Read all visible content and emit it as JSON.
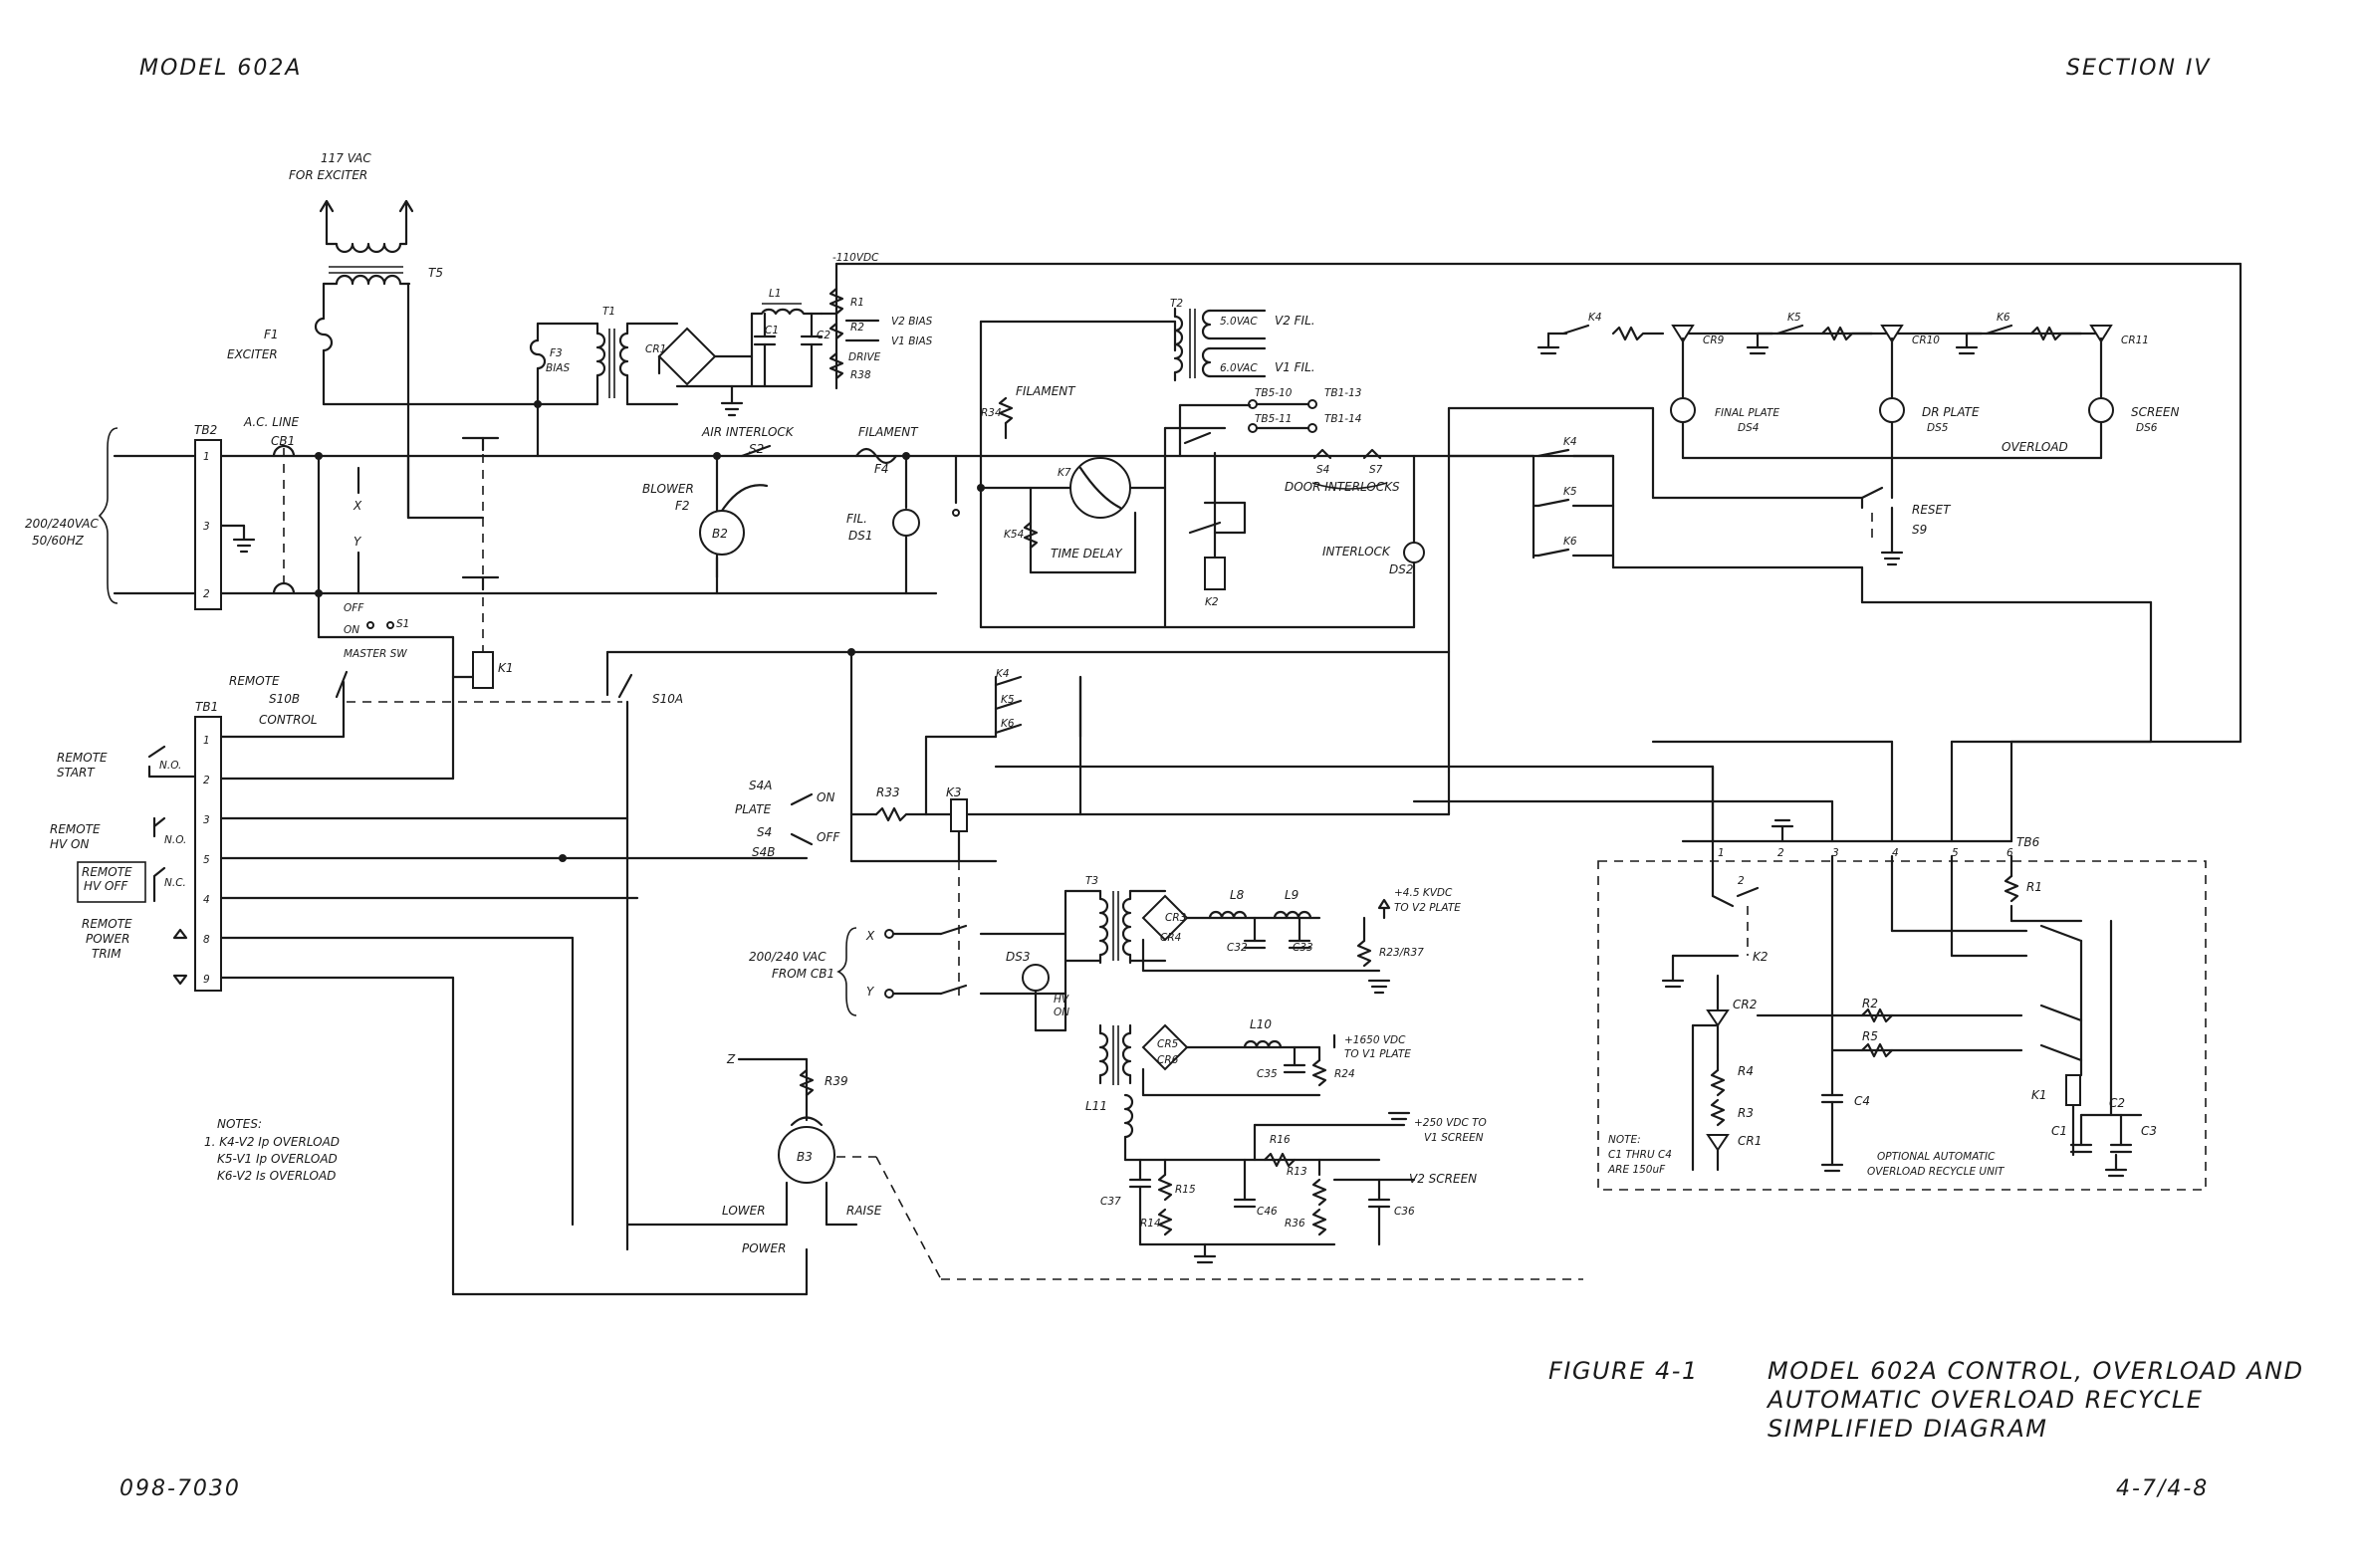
{
  "header": {
    "model": "MODEL 602A",
    "section": "SECTION IV"
  },
  "footer": {
    "doc_number": "098-7030",
    "page_number": "4-7/4-8"
  },
  "caption": {
    "figure": "FIGURE 4-1",
    "line1": "MODEL 602A CONTROL, OVERLOAD AND",
    "line2": "AUTOMATIC OVERLOAD RECYCLE",
    "line3": "SIMPLIFIED DIAGRAM"
  },
  "notes": {
    "title": "NOTES:",
    "line1": "1. K4-V2 Ip OVERLOAD",
    "line2": "K5-V1 Ip OVERLOAD",
    "line3": "K6-V2 Is OVERLOAD"
  },
  "labels": {
    "exciter_supply_l1": "117 VAC",
    "exciter_supply_l2": "FOR EXCITER",
    "t5": "T5",
    "f1": "F1",
    "exciter": "EXCITER",
    "ac_line": "A.C. LINE",
    "cb1": "CB1",
    "tb2": "TB2",
    "mains_l1": "200/240VAC",
    "mains_l2": "50/60HZ",
    "x": "X",
    "y": "Y",
    "off": "OFF",
    "on": "ON",
    "s1": "S1",
    "master_sw": "MASTER SW",
    "k1": "K1",
    "remote_s10b": "REMOTE",
    "s10b": "S10B",
    "control": "CONTROL",
    "s10a": "S10A",
    "tb1": "TB1",
    "remote_start_l1": "REMOTE",
    "remote_start_l2": "START",
    "no": "N.O.",
    "nc": "N.C.",
    "remote_hv_on_l1": "REMOTE",
    "remote_hv_on_l2": "HV ON",
    "remote_hv_off_l1": "REMOTE",
    "remote_hv_off_l2": "HV OFF",
    "remote_power_trim_l1": "REMOTE",
    "remote_power_trim_l2": "POWER",
    "remote_power_trim_l3": "TRIM",
    "f3": "F3",
    "bias": "BIAS",
    "t1": "T1",
    "cr1": "CR1",
    "l1": "L1",
    "c1_bias": "C1",
    "c2_bias": "C2",
    "r1_bias": "R1",
    "r2_bias": "R2",
    "r38": "R38",
    "drive": "DRIVE",
    "v2_bias": "V2 BIAS",
    "v1_bias": "V1 BIAS",
    "bias_bus": "-110VDC",
    "air_interlock": "AIR INTERLOCK",
    "s2": "S2",
    "blower": "BLOWER",
    "f2": "F2",
    "b2": "B2",
    "filament_fuse": "FILAMENT",
    "f4": "F4",
    "fil": "FIL.",
    "ds1": "DS1",
    "filament_sw": "FILAMENT",
    "r34": "R34",
    "t2": "T2",
    "v5ac": "5.0VAC",
    "v6ac": "6.0VAC",
    "v2_fil": "V2 FIL.",
    "v1_fil": "V1 FIL.",
    "k7": "K7",
    "time_delay": "TIME DELAY",
    "k54": "K54",
    "k2": "K2",
    "tb5_10": "TB5-10",
    "tb5_11": "TB5-11",
    "tb1_13": "TB1-13",
    "tb1_14": "TB1-14",
    "s4": "S4",
    "s7": "S7",
    "door_interlocks": "DOOR INTERLOCKS",
    "interlock": "INTERLOCK",
    "ds2": "DS2",
    "k4": "K4",
    "k5": "K5",
    "k6": "K6",
    "cr9": "CR9",
    "cr10": "CR10",
    "cr11": "CR11",
    "final_plate": "FINAL PLATE",
    "ds4": "DS4",
    "dr_plate": "DR PLATE",
    "ds5": "DS5",
    "screen": "SCREEN",
    "ds6": "DS6",
    "overload": "OVERLOAD",
    "reset": "RESET",
    "s9": "S9",
    "s4a": "S4A",
    "plate": "PLATE",
    "s4_plate": "S4",
    "s4b": "S4B",
    "r33": "R33",
    "k3": "K3",
    "t3": "T3",
    "cr3": "CR3",
    "cr4": "CR4",
    "l8": "L8",
    "l9": "L9",
    "c32": "C32",
    "c33": "C33",
    "r23_r37": "R23/R37",
    "hv_out_l1": "+4.5 KVDC",
    "hv_out_l2": "TO V2 PLATE",
    "ac_from_cb1_l1": "200/240 VAC",
    "ac_from_cb1_l2": "FROM CB1",
    "ds3": "DS3",
    "hv_on_l1": "HV",
    "hv_on_l2": "ON",
    "cr5": "CR5",
    "cr6": "CR6",
    "l10": "L10",
    "c35": "C35",
    "r24": "R24",
    "v1_plate_l1": "+1650 VDC",
    "v1_plate_l2": "TO V1 PLATE",
    "l11": "L11",
    "v1_screen_l1": "+250 VDC TO",
    "v1_screen_l2": "V1 SCREEN",
    "r16": "R16",
    "r13": "R13",
    "r15": "R15",
    "r14": "R14",
    "r36": "R36",
    "c37": "C37",
    "c46": "C46",
    "c36": "C36",
    "v2_screen": "V2 SCREEN",
    "r39": "R39",
    "b3": "B3",
    "lower": "LOWER",
    "raise": "RAISE",
    "power": "POWER",
    "tb6": "TB6",
    "tb6_pins": [
      "1",
      "2",
      "3",
      "4",
      "5",
      "6"
    ],
    "r1_unit": "R1",
    "k2_unit": "K2",
    "cr2": "CR2",
    "r2": "R2",
    "r5": "R5",
    "r4": "R4",
    "r3": "R3",
    "cr1_unit": "CR1",
    "c4": "C4",
    "k1_unit": "K1",
    "c1": "C1",
    "c2": "C2",
    "c3": "C3",
    "note2_l1": "NOTE:",
    "note2_l2": "C1 THRU C4",
    "note2_l3": "ARE 150uF",
    "unit_l1": "OPTIONAL AUTOMATIC",
    "unit_l2": "OVERLOAD RECYCLE UNIT",
    "z": "Z"
  },
  "tb1_pins": [
    "1",
    "2",
    "3",
    "5",
    "4",
    "8",
    "9"
  ],
  "tb2_pins": [
    "1",
    "3",
    "2"
  ]
}
